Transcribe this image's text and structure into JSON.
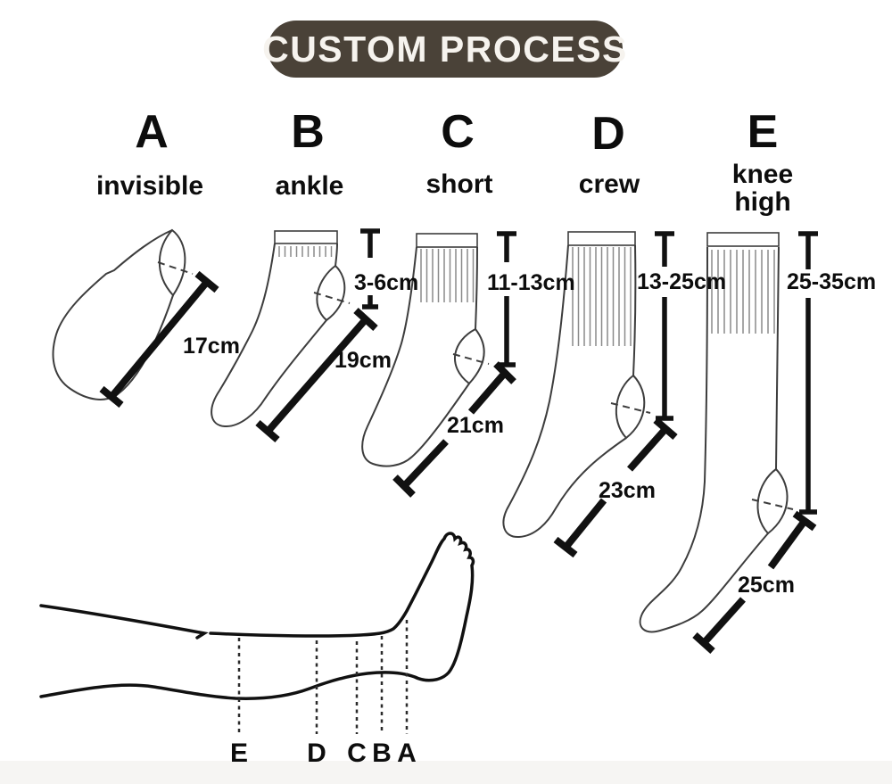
{
  "title": "CUSTOM PROCESS",
  "colors": {
    "background": "#ffffff",
    "title_bg": "#4a4238",
    "title_text": "#f6f3ee",
    "ink": "#111111",
    "sock_outline": "#3d3d3d",
    "ribbing": "#8a8a8a"
  },
  "sock_types": [
    {
      "letter": "A",
      "name": "invisible",
      "foot_length": "17cm",
      "cuff_height": null
    },
    {
      "letter": "B",
      "name": "ankle",
      "foot_length": "19cm",
      "cuff_height": "3-6cm"
    },
    {
      "letter": "C",
      "name": "short",
      "foot_length": "21cm",
      "cuff_height": "11-13cm"
    },
    {
      "letter": "D",
      "name": "crew",
      "foot_length": "23cm",
      "cuff_height": "13-25cm"
    },
    {
      "letter": "E",
      "name": "knee high",
      "foot_length": "25cm",
      "cuff_height": "25-35cm"
    }
  ],
  "leg_markers": [
    "E",
    "D",
    "C",
    "B",
    "A"
  ]
}
